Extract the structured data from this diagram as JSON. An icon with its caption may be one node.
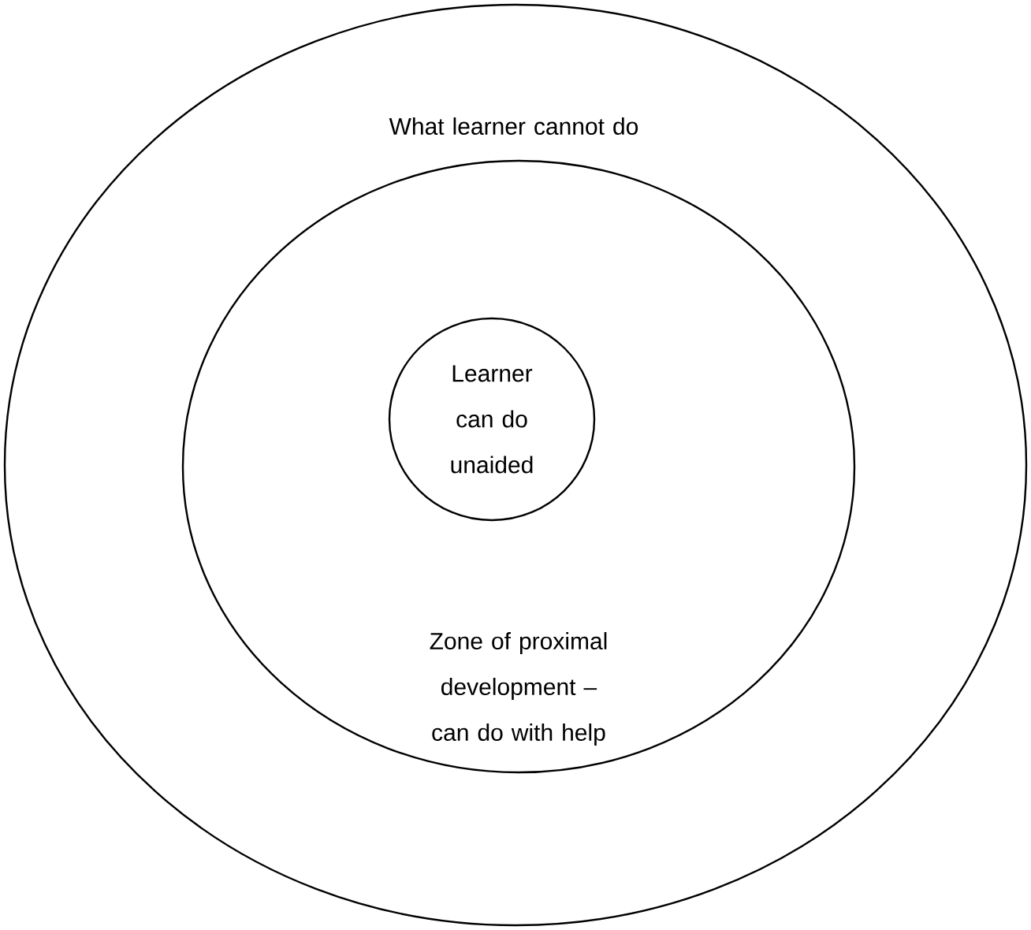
{
  "diagram": {
    "nodes": [
      {
        "text": [
          "What learner cannot do"
        ]
      },
      {
        "text": [
          "Zone of proximal development – can do with help"
        ],
        "in": 0
      },
      {
        "text": [
          "Learner can do unaided"
        ],
        "in": 1
      }
    ]
  }
}
